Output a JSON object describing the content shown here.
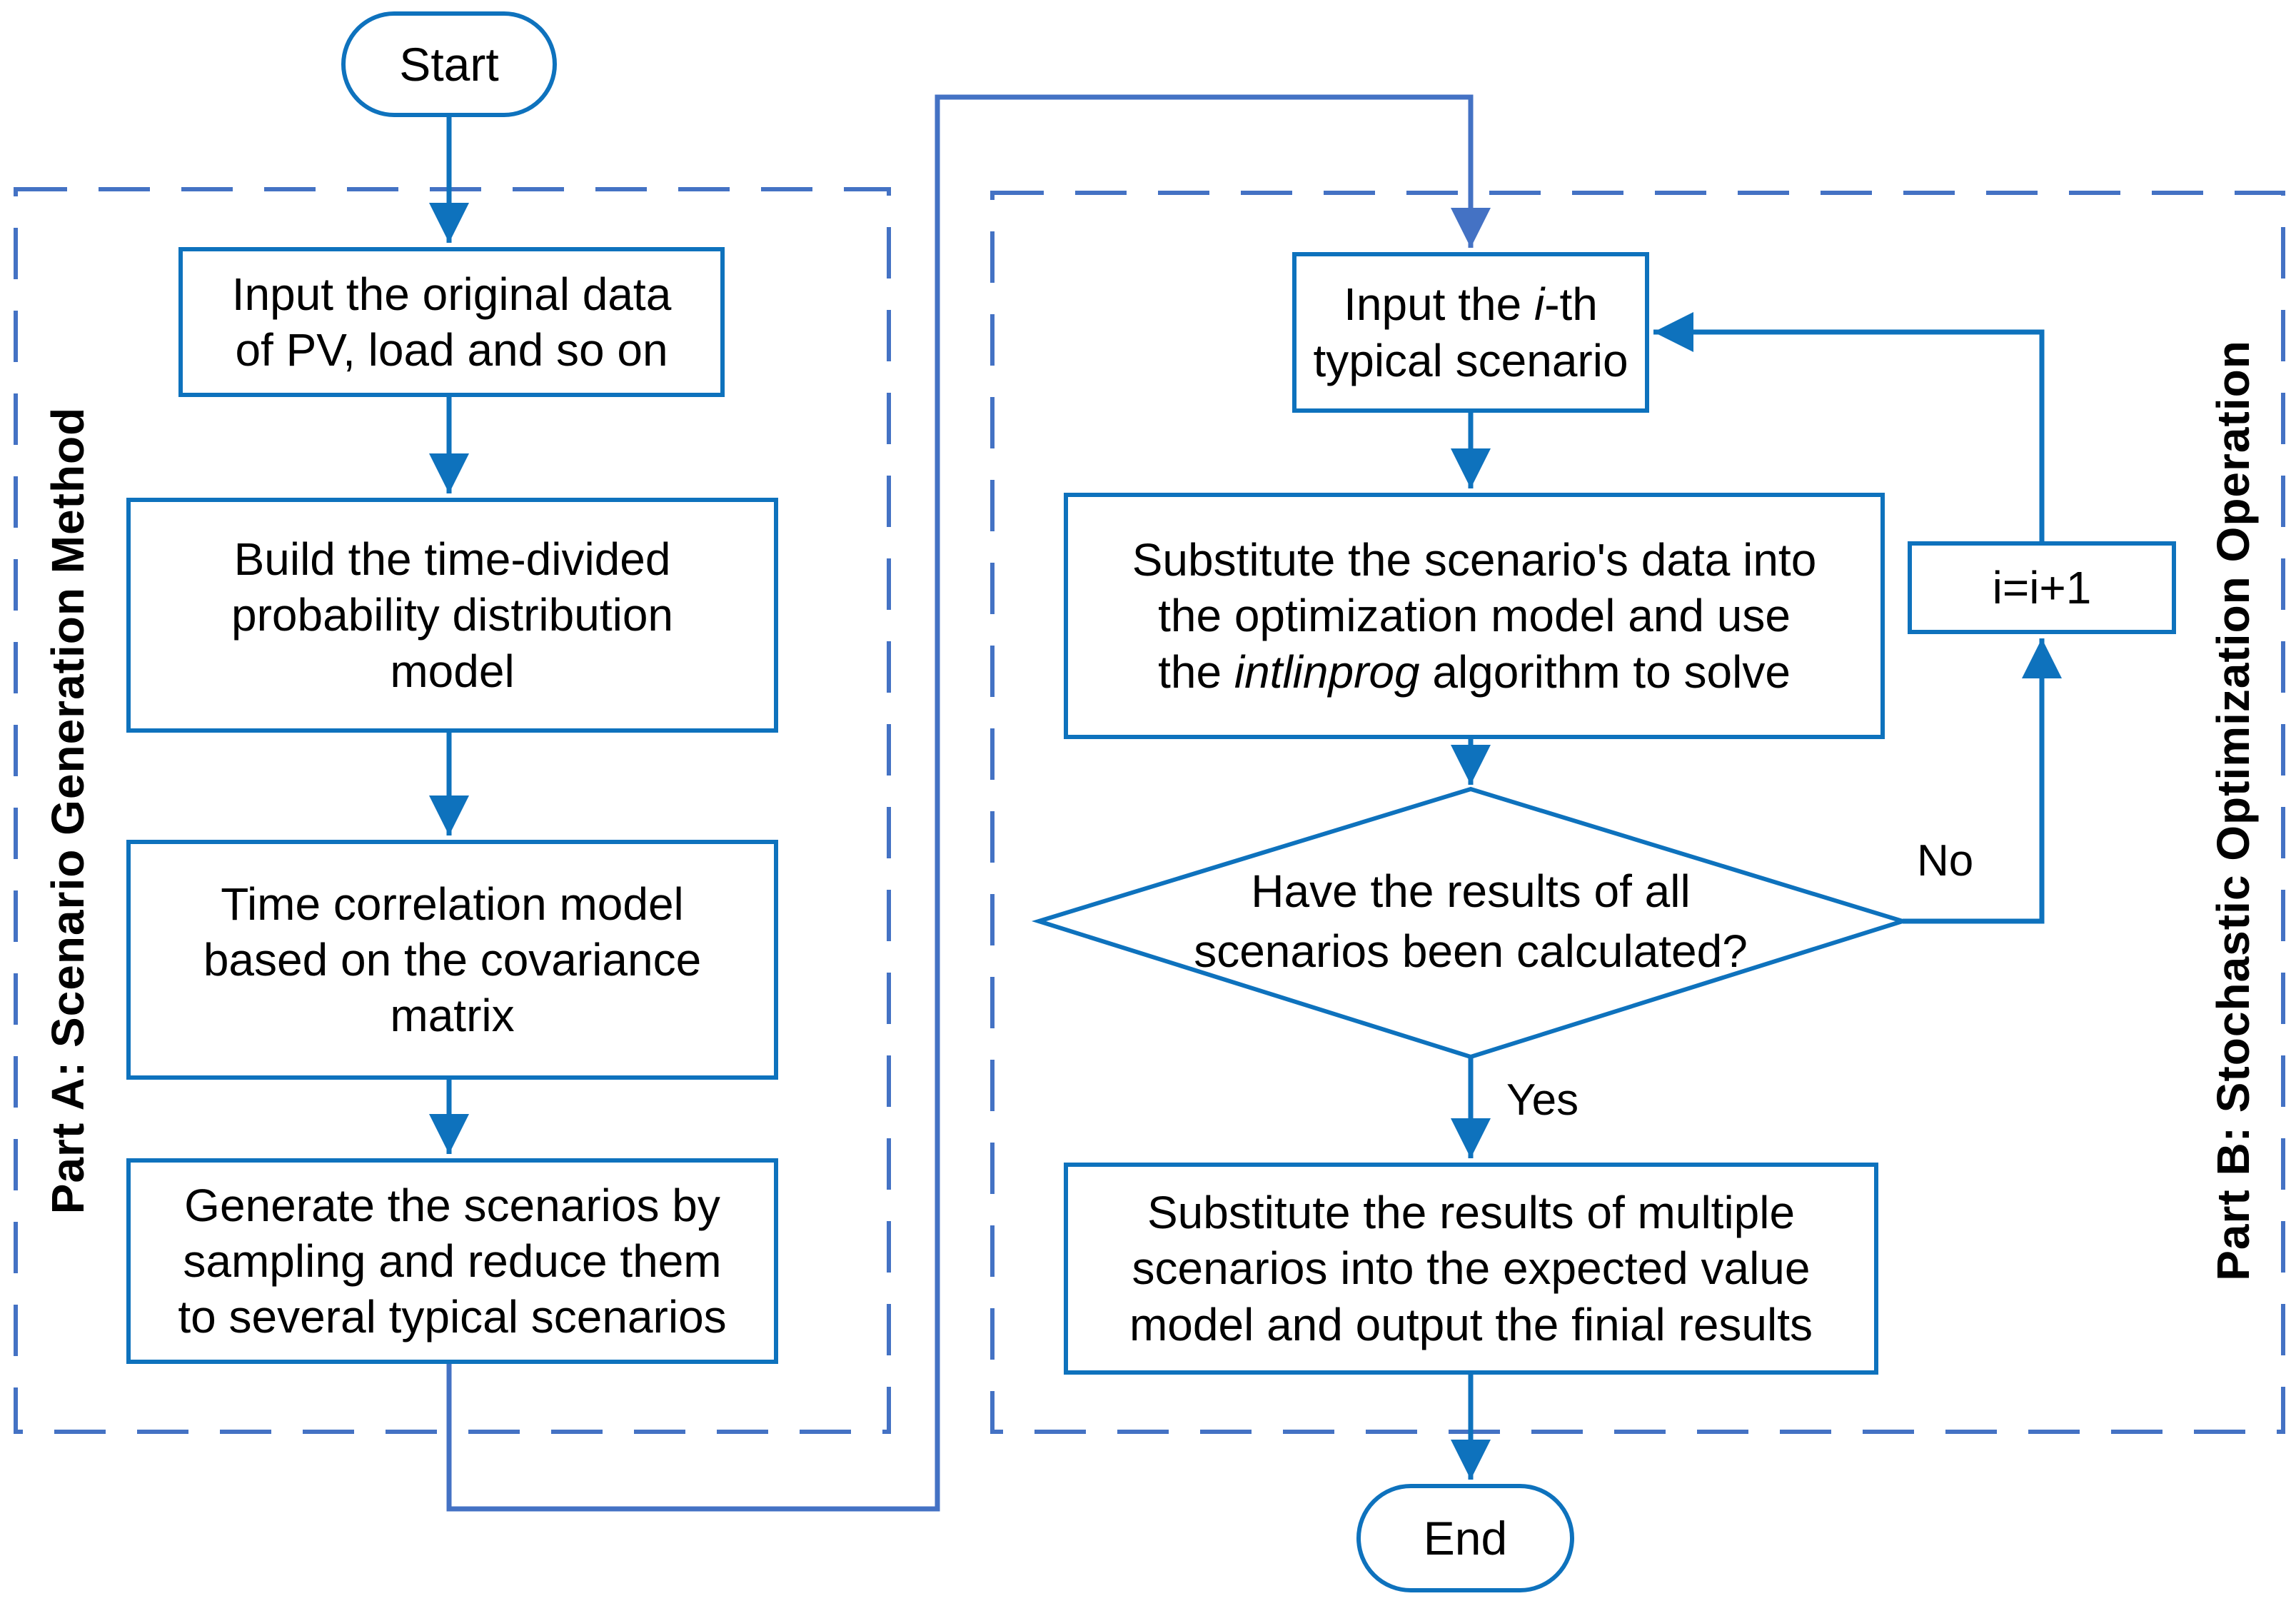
{
  "diagram": {
    "type": "flowchart",
    "colors": {
      "node_stroke": "#0e72bd",
      "frame_stroke": "#4472c4",
      "text": "#000000",
      "background": "#ffffff"
    },
    "sections": {
      "part_a": {
        "label": "Part A: Scenario Generation Method"
      },
      "part_b": {
        "label": "Part B: Stochastic Optimization Operation"
      }
    },
    "nodes": {
      "start": {
        "label": "Start"
      },
      "a1": {
        "line1": "Input the original data",
        "line2": "of PV, load and so on"
      },
      "a2": {
        "line1": "Build the time-divided",
        "line2": "probability distribution",
        "line3": "model"
      },
      "a3": {
        "line1": "Time correlation model",
        "line2": "based on the covariance",
        "line3": "matrix"
      },
      "a4": {
        "line1": "Generate the scenarios by",
        "line2": "sampling and reduce them",
        "line3": "to several typical scenarios"
      },
      "b1": {
        "line1_pre": "Input the ",
        "line1_italic": "i",
        "line1_post": "-th",
        "line2": "typical scenario"
      },
      "b2": {
        "line1": "Substitute the scenario's data into",
        "line2": "the optimization model and use",
        "line3_pre": "the ",
        "line3_italic": "intlinprog",
        "line3_post": " algorithm to solve"
      },
      "decision": {
        "line1": "Have the results of all",
        "line2": "scenarios been calculated?"
      },
      "counter": {
        "label": "i=i+1"
      },
      "b3": {
        "line1": "Substitute the results of multiple",
        "line2": "scenarios into the expected value",
        "line3": "model and output the finial results"
      },
      "end": {
        "label": "End"
      }
    },
    "edge_labels": {
      "no": "No",
      "yes": "Yes"
    }
  }
}
